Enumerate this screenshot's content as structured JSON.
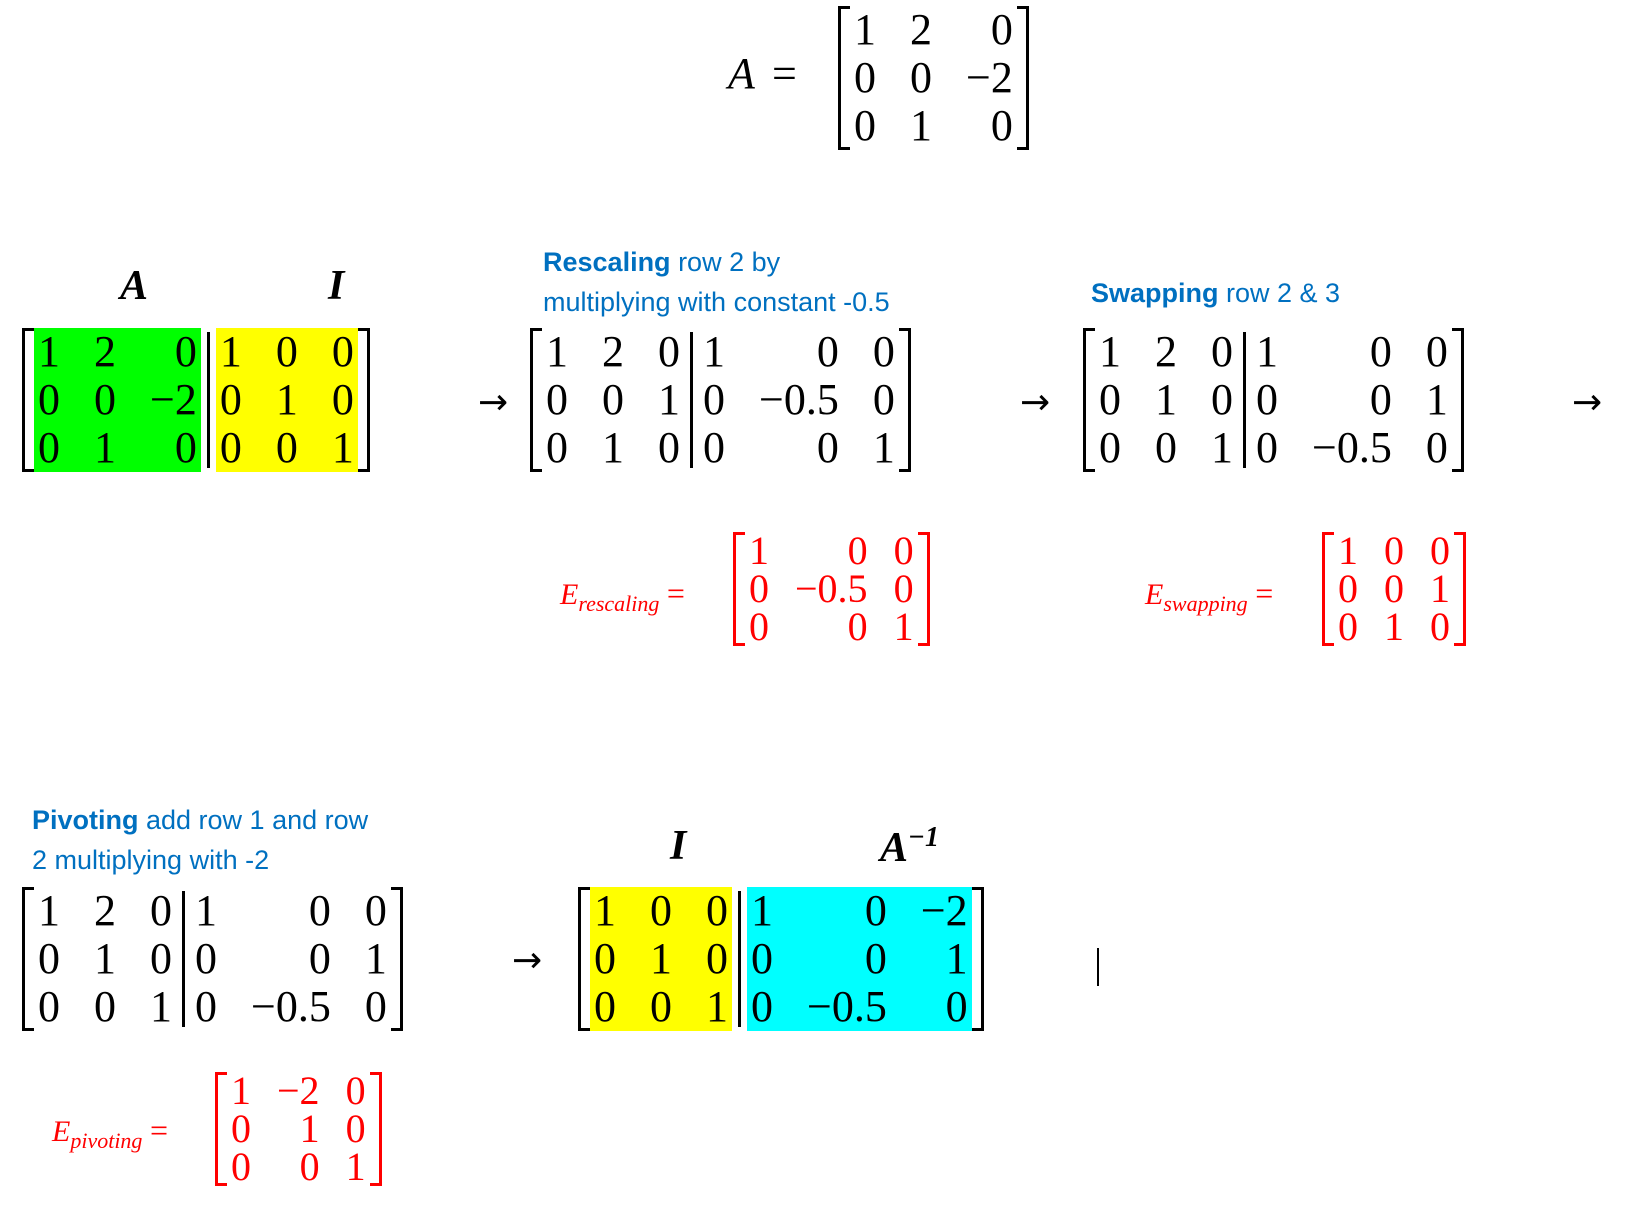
{
  "top": {
    "lhs": "A",
    "eq": "=",
    "matrix": [
      [
        "1",
        "2",
        "0"
      ],
      [
        "0",
        "0",
        "−2"
      ],
      [
        "0",
        "1",
        "0"
      ]
    ]
  },
  "labels": {
    "A": "A",
    "I": "I",
    "I2": "I",
    "Ainv": "A",
    "Ainv_sup": "−1"
  },
  "arrow": "→",
  "notes": {
    "rescaling_bold": "Rescaling",
    "rescaling_rest1": " row 2 by",
    "rescaling_rest2": "multiplying with constant -0.5",
    "swapping_bold": "Swapping",
    "swapping_rest": " row 2 & 3",
    "pivoting_bold": "Pivoting",
    "pivoting_rest1": " add row 1 and row",
    "pivoting_rest2": "2 multiplying with -2"
  },
  "colors": {
    "green": "#00ff00",
    "yellow": "#ffff00",
    "cyan": "#00ffff",
    "red": "#ff0000",
    "blue": "#0070c0"
  },
  "m1": {
    "left": [
      [
        "1",
        "2",
        "0"
      ],
      [
        "0",
        "0",
        "−2"
      ],
      [
        "0",
        "1",
        "0"
      ]
    ],
    "right": [
      [
        "1",
        "0",
        "0"
      ],
      [
        "0",
        "1",
        "0"
      ],
      [
        "0",
        "0",
        "1"
      ]
    ]
  },
  "m2": {
    "left": [
      [
        "1",
        "2",
        "0"
      ],
      [
        "0",
        "0",
        "1"
      ],
      [
        "0",
        "1",
        "0"
      ]
    ],
    "right": [
      [
        "1",
        "0",
        "0"
      ],
      [
        "0",
        "−0.5",
        "0"
      ],
      [
        "0",
        "0",
        "1"
      ]
    ]
  },
  "m3": {
    "left": [
      [
        "1",
        "2",
        "0"
      ],
      [
        "0",
        "1",
        "0"
      ],
      [
        "0",
        "0",
        "1"
      ]
    ],
    "right": [
      [
        "1",
        "0",
        "0"
      ],
      [
        "0",
        "0",
        "1"
      ],
      [
        "0",
        "−0.5",
        "0"
      ]
    ]
  },
  "m4": {
    "left": [
      [
        "1",
        "2",
        "0"
      ],
      [
        "0",
        "1",
        "0"
      ],
      [
        "0",
        "0",
        "1"
      ]
    ],
    "right": [
      [
        "1",
        "0",
        "0"
      ],
      [
        "0",
        "0",
        "1"
      ],
      [
        "0",
        "−0.5",
        "0"
      ]
    ]
  },
  "m5": {
    "left": [
      [
        "1",
        "0",
        "0"
      ],
      [
        "0",
        "1",
        "0"
      ],
      [
        "0",
        "0",
        "1"
      ]
    ],
    "right": [
      [
        "1",
        "0",
        "−2"
      ],
      [
        "0",
        "0",
        "1"
      ],
      [
        "0",
        "−0.5",
        "0"
      ]
    ]
  },
  "e_rescaling": {
    "E": "E",
    "sub": "rescaling",
    "eq": "=",
    "matrix": [
      [
        "1",
        "0",
        "0"
      ],
      [
        "0",
        "−0.5",
        "0"
      ],
      [
        "0",
        "0",
        "1"
      ]
    ]
  },
  "e_swapping": {
    "E": "E",
    "sub": "swapping",
    "eq": "=",
    "matrix": [
      [
        "1",
        "0",
        "0"
      ],
      [
        "0",
        "0",
        "1"
      ],
      [
        "0",
        "1",
        "0"
      ]
    ]
  },
  "e_pivoting": {
    "E": "E",
    "sub": "pivoting",
    "eq": "=",
    "matrix": [
      [
        "1",
        "−2",
        "0"
      ],
      [
        "0",
        "1",
        "0"
      ],
      [
        "0",
        "0",
        "1"
      ]
    ]
  }
}
